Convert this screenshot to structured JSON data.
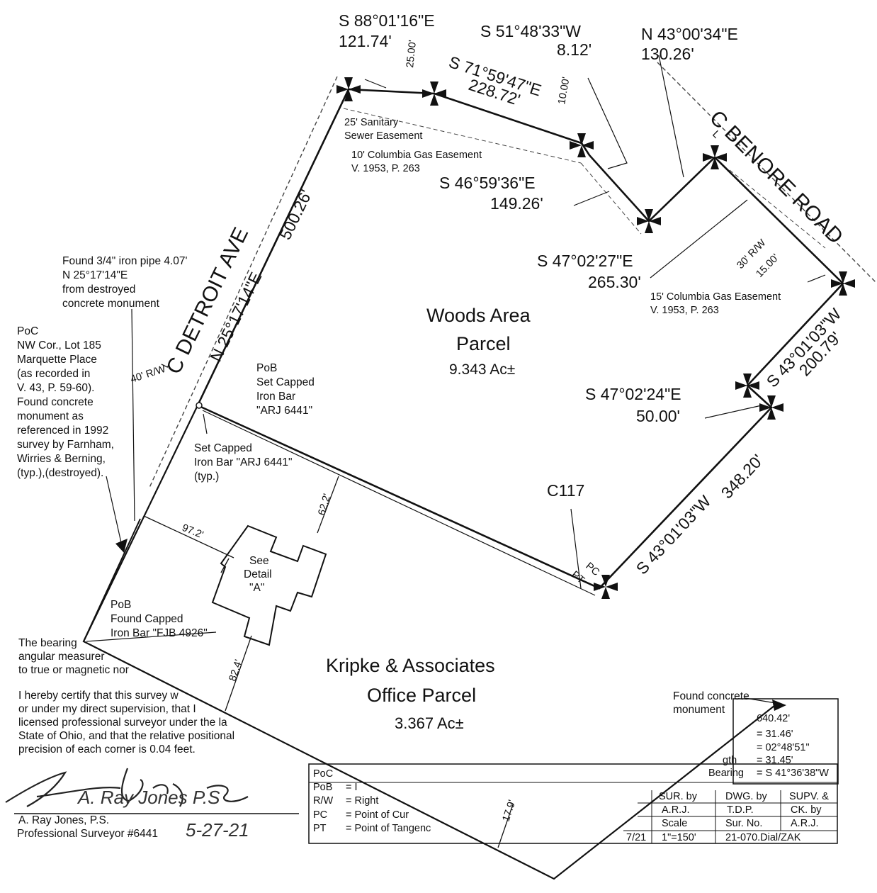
{
  "parcels": {
    "woods": {
      "name_line1": "Woods Area",
      "name_line2": "Parcel",
      "area": "9.343 Ac±"
    },
    "kripke": {
      "name_line1": "Kripke & Associates",
      "name_line2": "Office Parcel",
      "area": "3.367 Ac±"
    }
  },
  "roads": {
    "detroit": "C DETROIT AVE",
    "benore": "C BENORE ROAD",
    "centerline_mark": "L"
  },
  "courses": {
    "c1": {
      "bearing": "S 88°01'16\"E",
      "distance": "121.74'"
    },
    "c2": {
      "bearing": "S 71°59'47\"E",
      "distance": "228.72'"
    },
    "c3": {
      "bearing": "S 51°48'33\"W",
      "distance": "8.12'"
    },
    "c4": {
      "bearing": "N 43°00'34\"E",
      "distance": "130.26'"
    },
    "c5": {
      "bearing": "S 46°59'36\"E",
      "distance": "149.26'"
    },
    "c6": {
      "bearing": "S 47°02'27\"E",
      "distance": "265.30'"
    },
    "c7": {
      "bearing": "S 43°01'03\"W",
      "distance": "200.79'"
    },
    "c8": {
      "bearing": "S 47°02'24\"E",
      "distance": "50.00'"
    },
    "c9": {
      "bearing": "S 43°01'03\"W",
      "distance": "348.20'"
    },
    "west": {
      "bearing": "N 25°17'14\"E",
      "distance": "500.26'"
    }
  },
  "dims": {
    "d25": "25.00'",
    "d10": "10.00'",
    "d30": "30' R/W",
    "d15": "15.00'",
    "d40": "40' R/W",
    "d972": "97.2'",
    "d622": "62.2'",
    "d824": "82.4'",
    "d179": "17.9'"
  },
  "easements": {
    "sanitary_1": "25' Sanitary",
    "sanitary_2": "Sewer Easement",
    "gas10_1": "10' Columbia Gas Easement",
    "gas10_2": "V. 1953, P. 263",
    "gas15_1": "15' Columbia Gas Easement",
    "gas15_2": "V. 1953, P. 263"
  },
  "notes": {
    "pipe": [
      "Found 3/4\" iron pipe 4.07'",
      "N 25°17'14\"E",
      "from destroyed",
      "concrete monument"
    ],
    "poc": [
      "PoC",
      "NW Cor., Lot 185",
      "Marquette Place",
      "(as recorded in",
      "V. 43, P. 59-60).",
      "Found concrete",
      "monument as",
      "referenced in 1992",
      "survey by Farnham,",
      "Wirries & Berning,",
      "(typ.),(destroyed)."
    ],
    "pob_set": [
      "PoB",
      "Set Capped",
      "Iron Bar",
      "\"ARJ 6441\""
    ],
    "set_bar": [
      "Set Capped",
      "Iron Bar \"ARJ 6441\"",
      "(typ.)"
    ],
    "pob_found": [
      "PoB",
      "Found Capped",
      "Iron Bar \"FJB 4926\""
    ],
    "detail": [
      "See",
      "Detail",
      "\"A\""
    ],
    "c117": "C117",
    "pc": "PC",
    "pt": "PT",
    "found_monument": [
      "Found concrete",
      "monument"
    ],
    "bearing_note": [
      "The bearing",
      "angular measurer",
      "to true or magnetic nor"
    ],
    "certify": [
      "I hereby certify that this survey w",
      "or under my direct supervision, that I",
      "licensed professional surveyor under the la",
      "State of Ohio, and that the relative positional",
      "precision of each corner is 0.04 feet."
    ]
  },
  "signature": {
    "signed": "A. Ray Jones P.S",
    "name": "A. Ray Jones, P.S.",
    "title": "Professional Surveyor #6441",
    "date": "5-27-21"
  },
  "curve": [
    "640.42'",
    "= 31.46'",
    "= 02°48'51\"",
    "gth",
    "= 31.45'",
    "Bearing",
    "= S 41°36'38\"W"
  ],
  "legend": [
    {
      "abbr": "PoC",
      "def": ""
    },
    {
      "abbr": "PoB",
      "def": "= I"
    },
    {
      "abbr": "R/W",
      "def": "= Right"
    },
    {
      "abbr": "PC",
      "def": "= Point of Cur"
    },
    {
      "abbr": "PT",
      "def": "= Point of Tangenc"
    }
  ],
  "title_block": {
    "headers": [
      "SUR. by",
      "DWG. by",
      "SUPV. &"
    ],
    "row1": [
      "A.R.J.",
      "T.D.P.",
      "CK. by"
    ],
    "row2": [
      "Scale",
      "Sur. No.",
      "A.R.J."
    ],
    "row3": [
      "7/21",
      "1\"=150'",
      "21-070.Dial/ZAK"
    ]
  }
}
